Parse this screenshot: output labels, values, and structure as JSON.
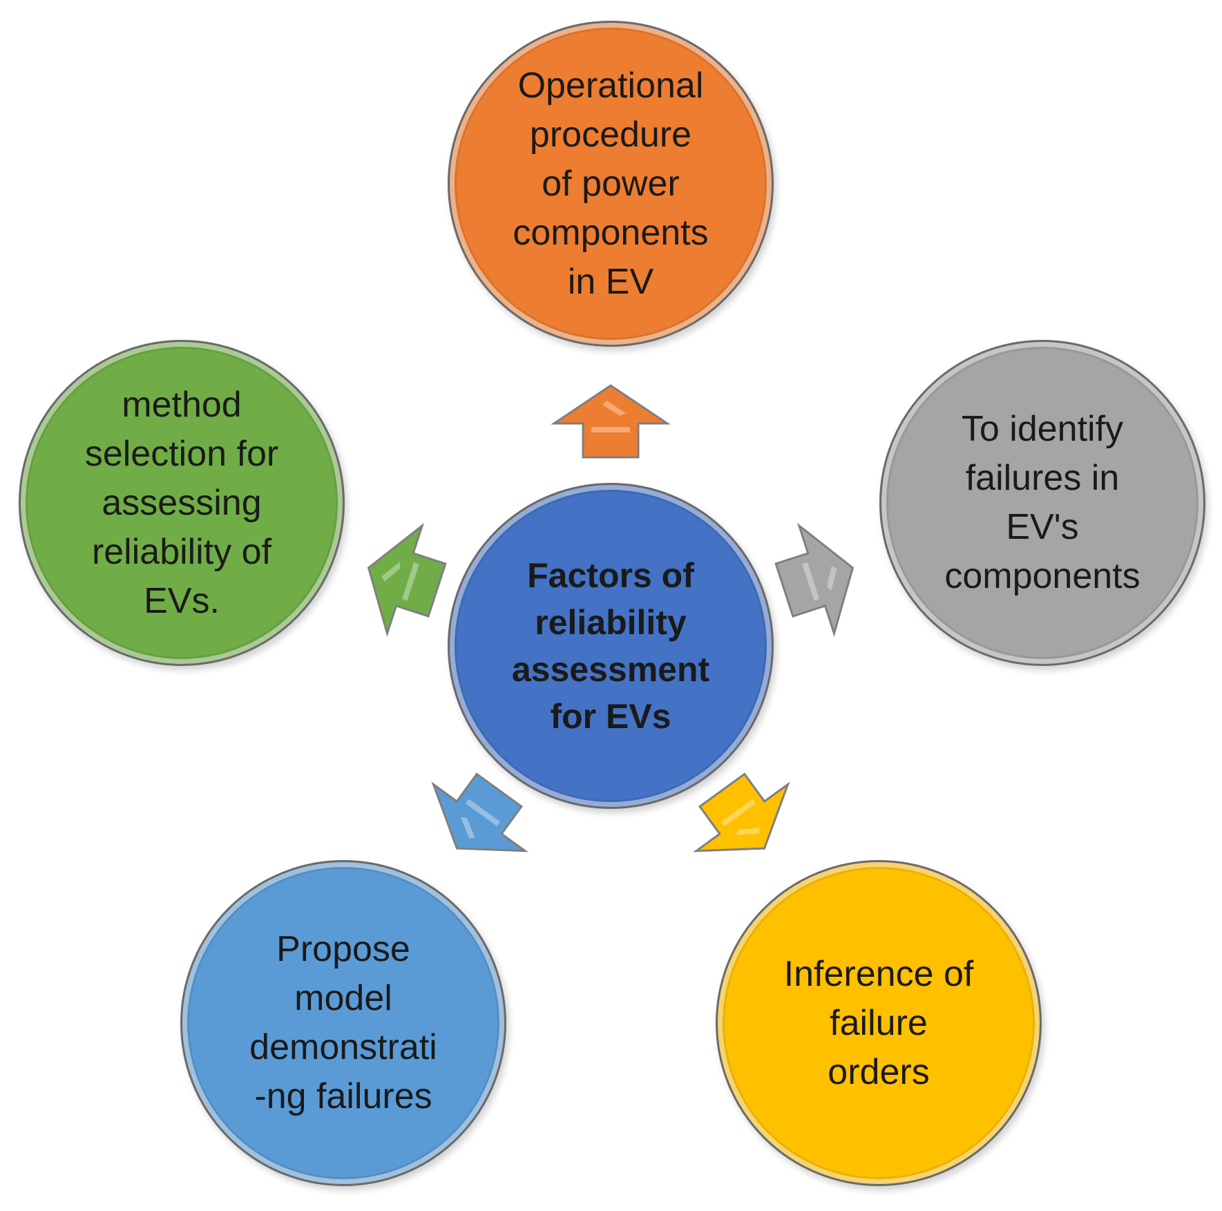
{
  "center": {
    "lines": [
      "Factors of",
      "reliability",
      "assessment",
      "for EVs"
    ],
    "color": "#4472c4"
  },
  "nodes": {
    "top": {
      "lines": [
        "Operational",
        "procedure",
        "of power",
        "components",
        "in EV"
      ],
      "color": "#ed7d31"
    },
    "right": {
      "lines": [
        "To identify",
        "failures in",
        "EV's",
        "components"
      ],
      "color": "#a5a5a5"
    },
    "bottom_right": {
      "lines": [
        "Inference of",
        "failure",
        "orders"
      ],
      "color": "#ffc000"
    },
    "bottom_left": {
      "lines": [
        "Propose",
        "model",
        "demonstrati",
        "-ng failures"
      ],
      "color": "#5b9bd5"
    },
    "left": {
      "lines": [
        "method",
        "selection for",
        "assessing",
        "reliability of",
        "EVs."
      ],
      "color": "#70ad47"
    }
  }
}
